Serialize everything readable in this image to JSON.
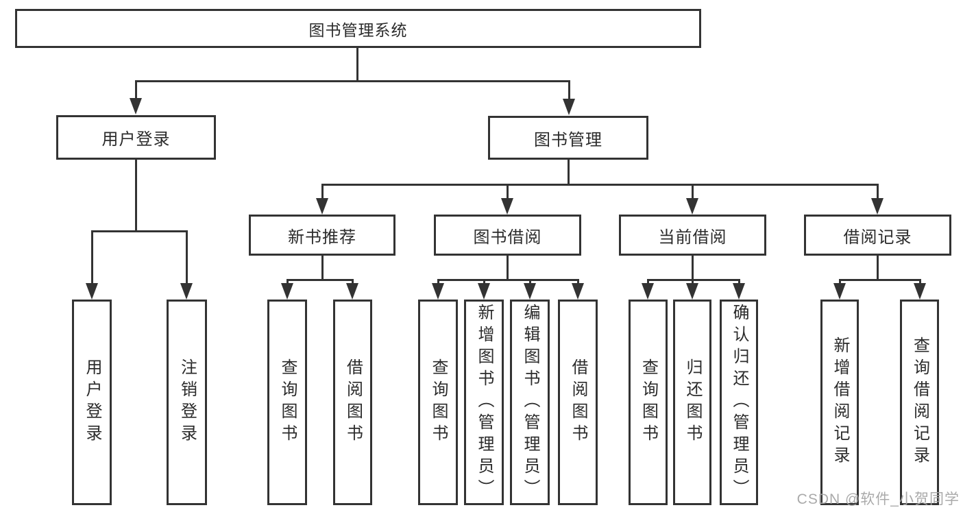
{
  "tree": {
    "label": "图书管理系统",
    "children": [
      {
        "label": "用户登录",
        "children": [
          {
            "label": "用户登录"
          },
          {
            "label": "注销登录"
          }
        ]
      },
      {
        "label": "图书管理",
        "children": [
          {
            "label": "新书推荐",
            "children": [
              {
                "label": "查询图书"
              },
              {
                "label": "借阅图书"
              }
            ]
          },
          {
            "label": "图书借阅",
            "children": [
              {
                "label": "查询图书"
              },
              {
                "label": "新增图书（管理员）"
              },
              {
                "label": "编辑图书（管理员）"
              },
              {
                "label": "借阅图书"
              }
            ]
          },
          {
            "label": "当前借阅",
            "children": [
              {
                "label": "查询图书"
              },
              {
                "label": "归还图书"
              },
              {
                "label": "确认归还（管理员）"
              }
            ]
          },
          {
            "label": "借阅记录",
            "children": [
              {
                "label": "新增借阅记录"
              },
              {
                "label": "查询借阅记录"
              }
            ]
          }
        ]
      }
    ]
  },
  "watermark": {
    "text": "CSDN @软件_小贺同学"
  },
  "colors": {
    "line": "#333333",
    "box_background": "#ffffff",
    "text": "#2b2b2b",
    "watermark": "#a5a5a5"
  }
}
